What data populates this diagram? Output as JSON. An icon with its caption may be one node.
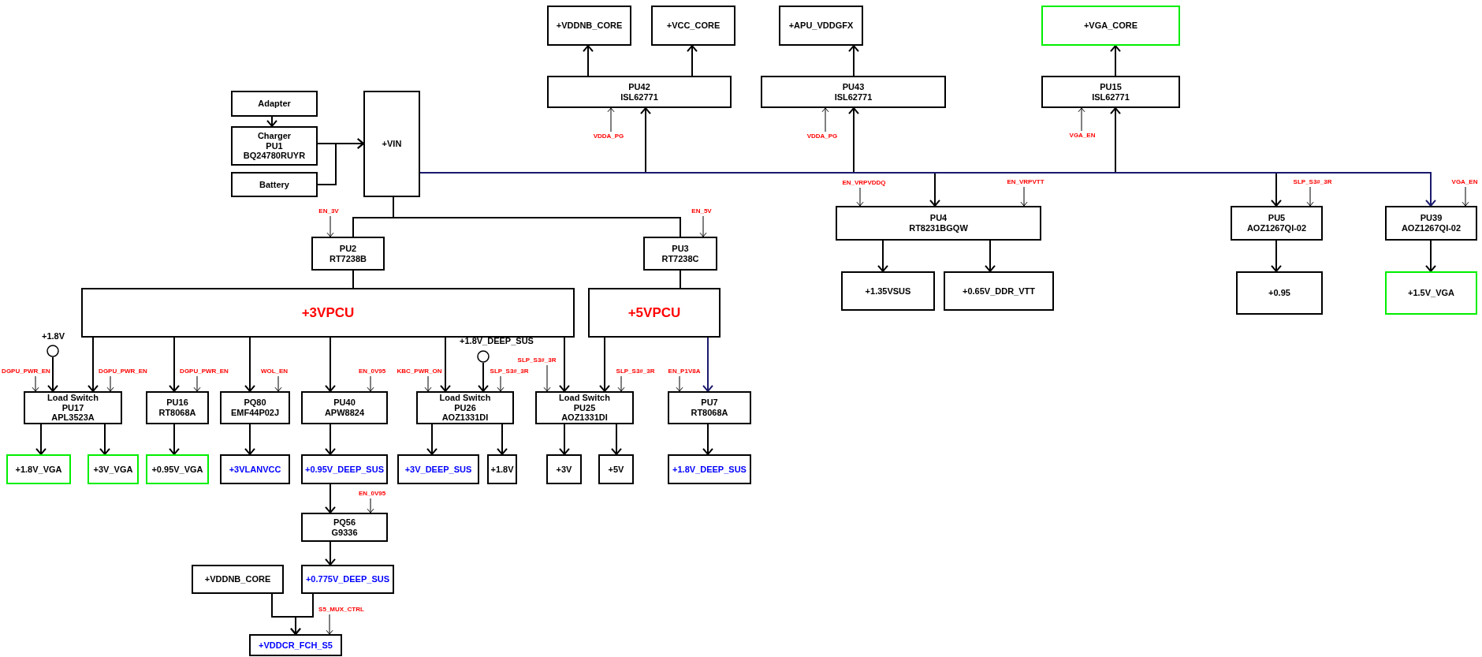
{
  "diagram": {
    "nodes": [
      {
        "text": [
          "Adapter"
        ]
      },
      {
        "text": [
          "Charger",
          "PU1",
          "BQ24780RUYR"
        ]
      },
      {
        "text": [
          "Battery"
        ]
      },
      {
        "text": [
          "+VIN"
        ]
      },
      {
        "text": [
          "+VDDNB_CORE"
        ]
      },
      {
        "text": [
          "+VCC_CORE"
        ]
      },
      {
        "text": [
          "PU42",
          "ISL62771"
        ]
      },
      {
        "text": [
          "+APU_VDDGFX"
        ]
      },
      {
        "text": [
          "PU43",
          "ISL62771"
        ]
      },
      {
        "text": [
          "+VGA_CORE"
        ]
      },
      {
        "text": [
          "PU15",
          "ISL62771"
        ]
      },
      {
        "text": [
          "PU2",
          "RT7238B"
        ]
      },
      {
        "text": [
          "PU3",
          "RT7238C"
        ]
      },
      {
        "text": [
          "PU4",
          "RT8231BGQW"
        ]
      },
      {
        "text": [
          "PU5",
          "AOZ1267QI-02"
        ]
      },
      {
        "text": [
          "PU39",
          "AOZ1267QI-02"
        ]
      },
      {
        "text": [
          "+1.35VSUS"
        ]
      },
      {
        "text": [
          "+0.65V_DDR_VTT"
        ]
      },
      {
        "text": [
          "+0.95"
        ]
      },
      {
        "text": [
          "+1.5V_VGA"
        ]
      },
      {
        "text": [
          "+3VPCU"
        ]
      },
      {
        "text": [
          "+5VPCU"
        ]
      },
      {
        "text": [
          "+1.8V"
        ]
      },
      {
        "text": [
          "+1.8V_DEEP_SUS"
        ]
      },
      {
        "text": [
          "Load Switch",
          "PU17",
          "APL3523A"
        ]
      },
      {
        "text": [
          "PU16",
          "RT8068A"
        ]
      },
      {
        "text": [
          "PQ80",
          "EMF44P02J"
        ]
      },
      {
        "text": [
          "PU40",
          "APW8824"
        ]
      },
      {
        "text": [
          "Load Switch",
          "PU26",
          "AOZ1331DI"
        ]
      },
      {
        "text": [
          "Load Switch",
          "PU25",
          "AOZ1331DI"
        ]
      },
      {
        "text": [
          "PU7",
          "RT8068A"
        ]
      },
      {
        "text": [
          "+1.8V_VGA"
        ]
      },
      {
        "text": [
          "+3V_VGA"
        ]
      },
      {
        "text": [
          "+0.95V_VGA"
        ]
      },
      {
        "text": [
          "+3VLANVCC"
        ]
      },
      {
        "text": [
          "+0.95V_DEEP_SUS"
        ]
      },
      {
        "text": [
          "+3V_DEEP_SUS"
        ]
      },
      {
        "text": [
          "+1.8V"
        ]
      },
      {
        "text": [
          "+3V"
        ]
      },
      {
        "text": [
          "+5V"
        ]
      },
      {
        "text": [
          "+1.8V_DEEP_SUS"
        ]
      },
      {
        "text": [
          "PQ56",
          "G9336"
        ]
      },
      {
        "text": [
          "+VDDNB_CORE"
        ]
      },
      {
        "text": [
          "+0.775V_DEEP_SUS"
        ]
      },
      {
        "text": [
          "+VDDCR_FCH_S5"
        ]
      }
    ],
    "edges": [
      {
        "from": 0,
        "to": 1,
        "arrow": "to"
      },
      {
        "from": 1,
        "to": 3,
        "arrow": "to"
      },
      {
        "from": 2,
        "to": 3,
        "arrow": "to"
      },
      {
        "from": 3,
        "to": 6,
        "arrow": "to"
      },
      {
        "from": 3,
        "to": 8,
        "arrow": "to"
      },
      {
        "from": 3,
        "to": 10,
        "arrow": "to"
      },
      {
        "from": 3,
        "to": 13,
        "arrow": "to"
      },
      {
        "from": 3,
        "to": 14,
        "arrow": "to"
      },
      {
        "from": 3,
        "to": 15,
        "arrow": "to",
        "color": "#1a1a6e"
      },
      {
        "from": 6,
        "to": 4,
        "arrow": "to"
      },
      {
        "from": 6,
        "to": 5,
        "arrow": "to"
      },
      {
        "from": 8,
        "to": 7,
        "arrow": "to"
      },
      {
        "from": 10,
        "to": 9,
        "arrow": "to"
      },
      {
        "from": 3,
        "to": 11,
        "arrow": "none"
      },
      {
        "from": 3,
        "to": 12,
        "arrow": "none"
      },
      {
        "from": 13,
        "to": 16,
        "arrow": "to"
      },
      {
        "from": 13,
        "to": 17,
        "arrow": "to"
      },
      {
        "from": 14,
        "to": 18,
        "arrow": "to"
      },
      {
        "from": 15,
        "to": 19,
        "arrow": "to"
      },
      {
        "from": 11,
        "to": 20,
        "arrow": "none"
      },
      {
        "from": 12,
        "to": 21,
        "arrow": "none"
      },
      {
        "from": 22,
        "to": 24,
        "arrow": "to"
      },
      {
        "from": 20,
        "to": 24,
        "arrow": "to"
      },
      {
        "from": 20,
        "to": 25,
        "arrow": "to"
      },
      {
        "from": 20,
        "to": 26,
        "arrow": "to"
      },
      {
        "from": 20,
        "to": 27,
        "arrow": "to"
      },
      {
        "from": 20,
        "to": 28,
        "arrow": "to"
      },
      {
        "from": 23,
        "to": 28,
        "arrow": "to"
      },
      {
        "from": 20,
        "to": 29,
        "arrow": "to"
      },
      {
        "from": 21,
        "to": 29,
        "arrow": "to"
      },
      {
        "from": 21,
        "to": 30,
        "arrow": "to",
        "color": "#1a1a6e"
      },
      {
        "from": 24,
        "to": 31,
        "arrow": "to"
      },
      {
        "from": 24,
        "to": 32,
        "arrow": "to"
      },
      {
        "from": 25,
        "to": 33,
        "arrow": "to"
      },
      {
        "from": 26,
        "to": 34,
        "arrow": "to"
      },
      {
        "from": 27,
        "to": 35,
        "arrow": "to"
      },
      {
        "from": 28,
        "to": 36,
        "arrow": "to"
      },
      {
        "from": 28,
        "to": 37,
        "arrow": "to"
      },
      {
        "from": 29,
        "to": 38,
        "arrow": "to"
      },
      {
        "from": 29,
        "to": 39,
        "arrow": "to"
      },
      {
        "from": 30,
        "to": 40,
        "arrow": "to"
      },
      {
        "from": 35,
        "to": 41,
        "arrow": "to"
      },
      {
        "from": 41,
        "to": 43,
        "arrow": "to"
      },
      {
        "from": 42,
        "to": 44,
        "arrow": "to"
      },
      {
        "from": 43,
        "to": 44,
        "arrow": "to"
      },
      {
        "from": null,
        "to": 11,
        "arrow": "to",
        "label": "EN_3V"
      },
      {
        "from": null,
        "to": 12,
        "arrow": "to",
        "label": "EN_5V"
      },
      {
        "from": null,
        "to": 6,
        "arrow": "to",
        "label": "VDDA_PG"
      },
      {
        "from": null,
        "to": 8,
        "arrow": "to",
        "label": "VDDA_PG"
      },
      {
        "from": null,
        "to": 10,
        "arrow": "to",
        "label": "VGA_EN"
      },
      {
        "from": null,
        "to": 13,
        "arrow": "to",
        "label": "EN_VRPVDDQ"
      },
      {
        "from": null,
        "to": 13,
        "arrow": "to",
        "label": "EN_VRPVTT"
      },
      {
        "from": null,
        "to": 14,
        "arrow": "to",
        "label": "SLP_S3#_3R"
      },
      {
        "from": null,
        "to": 15,
        "arrow": "to",
        "label": "VGA_EN"
      },
      {
        "from": null,
        "to": 24,
        "arrow": "to",
        "label": "DGPU_PWR_EN"
      },
      {
        "from": null,
        "to": 24,
        "arrow": "to",
        "label": "DGPU_PWR_EN"
      },
      {
        "from": null,
        "to": 25,
        "arrow": "to",
        "label": "DGPU_PWR_EN"
      },
      {
        "from": null,
        "to": 26,
        "arrow": "to",
        "label": "WOL_EN"
      },
      {
        "from": null,
        "to": 27,
        "arrow": "to",
        "label": "EN_0V95"
      },
      {
        "from": null,
        "to": 28,
        "arrow": "to",
        "label": "KBC_PWR_ON"
      },
      {
        "from": null,
        "to": 28,
        "arrow": "to",
        "label": "SLP_S3#_3R"
      },
      {
        "from": null,
        "to": 29,
        "arrow": "to",
        "label": "SLP_S3#_3R"
      },
      {
        "from": null,
        "to": 29,
        "arrow": "to",
        "label": "SLP_S3#_3R"
      },
      {
        "from": null,
        "to": 30,
        "arrow": "to",
        "label": "EN_P1V8A"
      },
      {
        "from": null,
        "to": 41,
        "arrow": "to",
        "label": "EN_0V95"
      },
      {
        "from": null,
        "to": 44,
        "arrow": "to",
        "label": "S5_MUX_CTRL"
      }
    ]
  }
}
